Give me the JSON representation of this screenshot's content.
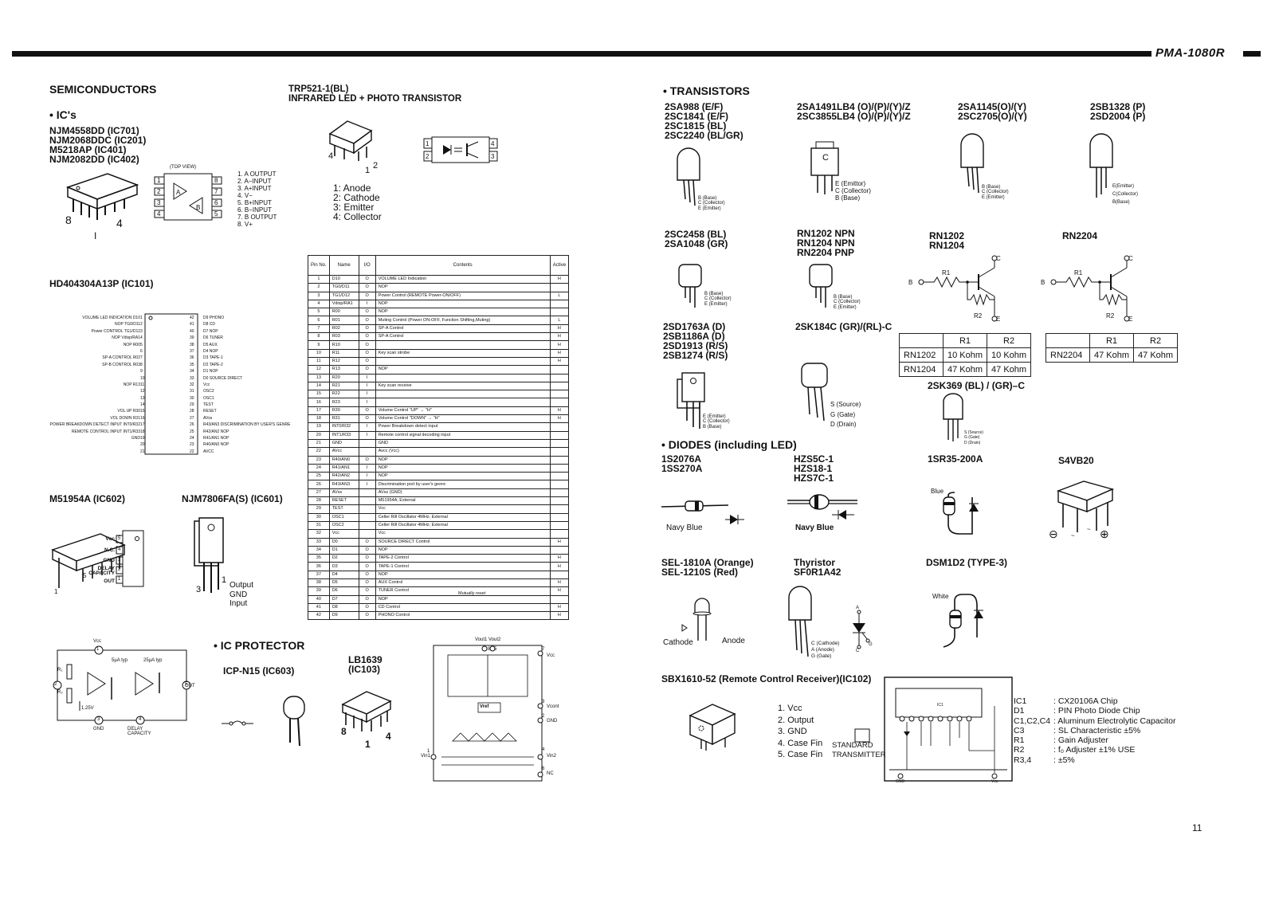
{
  "header": {
    "model": "PMA-1080R",
    "page_number": "11"
  },
  "left": {
    "title": "SEMICONDUCTORS",
    "ics_title": "• IC's",
    "ic_list": [
      "NJM4558DD (IC701)",
      "NJM2068DDC (IC201)",
      "M5218AP (IC401)",
      "NJM2082DD (IC402)"
    ],
    "top_view": "(TOP VIEW)",
    "dip_pin8": "8",
    "dip_pin4": "4",
    "dip_pin1": "I",
    "opamp_pins": [
      "1. A OUTPUT",
      "2. A−INPUT",
      "3. A+INPUT",
      "4. V−",
      "5. B+INPUT",
      "6. B−INPUT",
      "7. B OUTPUT",
      "8. V+"
    ],
    "opamp_left_nums": [
      "1",
      "2",
      "3",
      "4"
    ],
    "opamp_right_nums": [
      "8",
      "7",
      "6",
      "5"
    ],
    "opamp_a": "A",
    "opamp_b": "B",
    "trp_title1": "TRP521-1(BL)",
    "trp_title2": "INFRARED LED + PHOTO TRANSISTOR",
    "trp_nums": [
      "4",
      "1",
      "2"
    ],
    "trp_box_nums": [
      "1",
      "2",
      "4",
      "3"
    ],
    "trp_pins": [
      "1: Anode",
      "2: Cathode",
      "3: Emitter",
      "4: Collector"
    ],
    "hd_title": "HD404304A13P (IC101)",
    "hd_left": [
      "VOLUME LED INDICATION  D10",
      "NOP  TG0/D11",
      "Power CONTROL  TG1/D12",
      "NOP  Vdisp/RA1",
      "NOP  R00",
      "",
      "SP-A CONTROL  R02",
      "SP-B CONTROL  R03",
      "",
      "",
      "NOP  R13",
      "",
      "",
      "",
      "VOL UP  R30",
      "VOL DOWN  R31",
      "POWER BREAKDOWN DETECT INPUT  INT0/R32",
      "REMOTE CONTROL INPUT  INT1/R33",
      "GND"
    ],
    "hd_right": [
      "D9  PHONO",
      "D8  CD",
      "D7  NOP",
      "D6  TUNER",
      "D5  AUX",
      "D4  NOP",
      "D3  TAPE-1",
      "D2  TAPE-2",
      "D1  NOP",
      "D0  SOURCE DIRECT",
      "Vcc",
      "OSC2",
      "OSC1",
      "TEST",
      "RESET",
      "AVss",
      "R43/AN3  DISCRIMINATION BY USER'S GENRE",
      "R42/AN2  NOP",
      "R41/AN1  NOP",
      "R40/AN0  NOP",
      "AVCC"
    ],
    "hd_left_nums": [
      "1",
      "2",
      "3",
      "4",
      "5",
      "6",
      "7",
      "8",
      "9",
      "10",
      "11",
      "12",
      "13",
      "14",
      "15",
      "16",
      "17",
      "18",
      "19",
      "20",
      "21"
    ],
    "hd_right_nums": [
      "42",
      "41",
      "40",
      "39",
      "38",
      "37",
      "36",
      "35",
      "34",
      "33",
      "32",
      "31",
      "30",
      "29",
      "28",
      "27",
      "26",
      "25",
      "24",
      "23",
      "22"
    ],
    "m519_title": "M51954A (IC602)",
    "m519_pins": [
      "Vcc",
      "N.C.",
      "GND",
      "DELAY CAPACITY",
      "OUT"
    ],
    "m519_nums": [
      "5",
      "4",
      "3",
      "2",
      "1"
    ],
    "m519_dip1": "1",
    "m519_dip5": "5",
    "njm78_title": "NJM7806FA(S) (IC601)",
    "njm78_nums": [
      "1",
      "3"
    ],
    "njm78_pins": [
      "Output",
      "GND",
      "Input"
    ],
    "block_labels": {
      "vcc": "Vcc",
      "r1": "R₁",
      "r2": "R₂",
      "i1": "5µA typ",
      "i2": "25µA typ",
      "v": "1.25V",
      "gnd": "GND",
      "delay": "DELAY CAPACITY",
      "out": "OUT",
      "p1": "1",
      "p2": "2",
      "p3": "3",
      "p4": "4",
      "p5": "5"
    },
    "icprot_title": "• IC PROTECTOR",
    "icp_name": "ICP-N15 (IC603)",
    "lb_title1": "LB1639",
    "lb_title2": "(IC103)",
    "lb_nums": [
      "8",
      "1",
      "4"
    ],
    "lb_block": {
      "vout": "Vout1 Vout2",
      "vcc": "Vcc",
      "vcont": "Vcont",
      "gnd": "GND",
      "vin1": "Vin1",
      "vin2": "Vin2",
      "nc": "NC",
      "vref": "Vref",
      "n7": "7",
      "n3": "3",
      "n2": "2",
      "n4": "4",
      "n6": "6",
      "n5": "5",
      "n8": "8",
      "n1": "1"
    }
  },
  "pin_table": {
    "headers": [
      "Pin No.",
      "Name",
      "I/O",
      "Contents",
      "Active"
    ],
    "rows": [
      [
        "1",
        "D10",
        "O",
        "VOLUME LED Indication",
        "H"
      ],
      [
        "2",
        "TG0/D11",
        "O",
        "NOP",
        ""
      ],
      [
        "3",
        "TG1/D12",
        "O",
        "Power Control (REMOTE Power-ON/OFF)",
        "L"
      ],
      [
        "4",
        "Vdisp/RA1",
        "I",
        "NOP",
        ""
      ],
      [
        "5",
        "R00",
        "O",
        "NOP",
        ""
      ],
      [
        "6",
        "R01",
        "O",
        "Muting Control (Power ON-OFF, Function Shifting,Muting)",
        "L"
      ],
      [
        "7",
        "R02",
        "O",
        "SP-A Control",
        "H"
      ],
      [
        "8",
        "R03",
        "O",
        "SP-A Control",
        "H"
      ],
      [
        "9",
        "R10",
        "O",
        "",
        "H"
      ],
      [
        "10",
        "R11",
        "O",
        "Key scan strobe",
        "H"
      ],
      [
        "11",
        "R12",
        "O",
        "",
        "H"
      ],
      [
        "12",
        "R13",
        "O",
        "NOP",
        ""
      ],
      [
        "13",
        "R20",
        "I",
        "",
        ""
      ],
      [
        "14",
        "R21",
        "I",
        "Key scan receive",
        ""
      ],
      [
        "15",
        "R22",
        "I",
        "",
        ""
      ],
      [
        "16",
        "R23",
        "I",
        "",
        ""
      ],
      [
        "17",
        "R30",
        "O",
        "Volume Control \"UP\" → \"H\"",
        "H"
      ],
      [
        "18",
        "R31",
        "O",
        "Volume Control \"DOWN\" → \"H\"",
        "H"
      ],
      [
        "19",
        "INT0/R32",
        "I",
        "Power Breakdown detect input",
        ""
      ],
      [
        "20",
        "INT1/R33",
        "I",
        "Remote control signal decoding input",
        ""
      ],
      [
        "21",
        "GND",
        "",
        "GND",
        ""
      ],
      [
        "22",
        "AVcc",
        "",
        "Avcc (Vcc)",
        ""
      ],
      [
        "23",
        "R40/AN0",
        "O",
        "NOP",
        ""
      ],
      [
        "24",
        "R41/AN1",
        "I",
        "NOP",
        ""
      ],
      [
        "25",
        "R42/AN2",
        "I",
        "NOP",
        ""
      ],
      [
        "26",
        "R43/AN3",
        "I",
        "Discrimination port by user's genre",
        ""
      ],
      [
        "27",
        "AVss",
        "",
        "AVss (GND)",
        ""
      ],
      [
        "28",
        "RESET",
        "",
        "M51954A; External",
        ""
      ],
      [
        "29",
        "TEST",
        "",
        "Vcc",
        ""
      ],
      [
        "30",
        "OSC1",
        "",
        "Celler Rill Oscillator 4MHz; External",
        ""
      ],
      [
        "31",
        "OSC2",
        "",
        "Celler Rill Oscillator 4MHz; External",
        ""
      ],
      [
        "32",
        "Vcc",
        "",
        "Vcc",
        ""
      ],
      [
        "33",
        "D0",
        "O",
        "SOURCE DIRECT Control",
        "H"
      ],
      [
        "34",
        "D1",
        "O",
        "NOP",
        ""
      ],
      [
        "35",
        "D2",
        "O",
        "TAPE-2 Control",
        "H"
      ],
      [
        "36",
        "D3",
        "O",
        "TAPE-1 Control",
        "H"
      ],
      [
        "37",
        "D4",
        "O",
        "NOP",
        ""
      ],
      [
        "38",
        "D5",
        "O",
        "AUX Control",
        "H"
      ],
      [
        "39",
        "D6",
        "O",
        "TUNER Control",
        "H"
      ],
      [
        "40",
        "D7",
        "O",
        "NOP",
        ""
      ],
      [
        "41",
        "D8",
        "O",
        "CD Control",
        "H"
      ],
      [
        "42",
        "D9",
        "O",
        "PHONO Control",
        "H"
      ]
    ],
    "mutually_reset": "Mutually reset"
  },
  "right": {
    "transistors_title": "• TRANSISTORS",
    "g1": [
      "2SA988 (E/F)",
      "2SC1841 (E/F)",
      "2SC1815 (BL)",
      "2SC2240 (BL/GR)"
    ],
    "g1_pins": [
      "B (Base)",
      "C (Collector)",
      "E (Emitter)"
    ],
    "g2": [
      "2SA1491LB4 (O)/(P)/(Y)/Z",
      "2SC3855LB4 (O)/(P)/(Y)/Z"
    ],
    "g2_pins": [
      "E (Emittor)",
      "C (Collector)",
      "B (Base)"
    ],
    "g2_c": "C",
    "g3": [
      "2SA1145(O)/(Y)",
      "2SC2705(O)/(Y)"
    ],
    "g3_pins": [
      "B (Base)",
      "C (Collector)",
      "E (Emitter)"
    ],
    "g4": [
      "2SB1328 (P)",
      "2SD2004 (P)"
    ],
    "g4_pins": [
      "E(Emitter)",
      "C(Collector)",
      "B(Base)"
    ],
    "g5": [
      "2SC2458 (BL)",
      "2SA1048 (GR)"
    ],
    "g5_pins": [
      "B (Base)",
      "C (Collector)",
      "E (Emitter)"
    ],
    "g6": [
      "RN1202 NPN",
      "RN1204 NPN",
      "RN2204 PNP"
    ],
    "g6_pins": [
      "B (Base)",
      "C (Collector)",
      "E (Emitter)"
    ],
    "g7": [
      "RN1202",
      "RN1204"
    ],
    "g8": [
      "RN2204"
    ],
    "rn_labels": {
      "c": "C",
      "b": "B",
      "e": "E",
      "r1": "R1",
      "r2": "R2"
    },
    "rn_table1": {
      "head": [
        "",
        "R1",
        "R2"
      ],
      "rows": [
        [
          "RN1202",
          "10 Kohm",
          "10 Kohm"
        ],
        [
          "RN1204",
          "47 Kohm",
          "47 Kohm"
        ]
      ]
    },
    "rn_table2": {
      "head": [
        "",
        "R1",
        "R2"
      ],
      "rows": [
        [
          "RN2204",
          "47 Kohm",
          "47 Kohm"
        ]
      ]
    },
    "g9": [
      "2SD1763A (D)",
      "2SB1186A (D)",
      "2SD1913 (R/S)",
      "2SB1274 (R/S)"
    ],
    "g9_pins": [
      "E (Emitter)",
      "C (Collector)",
      "B (Base)"
    ],
    "g10": [
      "2SK184C (GR)/(RL)-C"
    ],
    "g10_pins": [
      "S (Source)",
      "G (Gate)",
      "D (Drain)"
    ],
    "g11": [
      "2SK369 (BL) / (GR)–C"
    ],
    "g11_pins": [
      "S (Source)",
      "G (Gate)",
      "D (Drain)"
    ],
    "diodes_title": "• DIODES (including LED)",
    "d1": [
      "1S2076A",
      "1SS270A"
    ],
    "d1_label": "Navy Blue",
    "d2": [
      "HZS5C-1",
      "HZS18-1",
      "HZS7C-1"
    ],
    "d2_label": "Navy Blue",
    "d3": [
      "1SR35-200A"
    ],
    "d3_label": "Blue",
    "d4": [
      "S4VB20"
    ],
    "d4_signs": [
      "⊖",
      "~",
      "~",
      "⊕"
    ],
    "d5": [
      "SEL-1810A (Orange)",
      "SEL-1210S (Red)"
    ],
    "d5_labels": [
      "Cathode",
      "Anode"
    ],
    "d6": [
      "Thyristor",
      "SF0R1A42"
    ],
    "d6_pins": [
      "C (Cathode)",
      "A (Anode)",
      "G (Gate)"
    ],
    "d6_sym": [
      "A",
      "G",
      "C"
    ],
    "d7": [
      "DSM1D2 (TYPE-3)"
    ],
    "d7_label": "White",
    "sbx_title": "SBX1610-52 (Remote Control Receiver)(IC102)",
    "sbx_pins": [
      "1. Vcc",
      "2. Output",
      "3. GND",
      "4. Case Fin",
      "5. Case Fin"
    ],
    "std_tx": "STANDARD TRANSMITTER",
    "sbx_internal": {
      "ic1": "IC1",
      "gnd": "GND",
      "vcc": "Vcc"
    },
    "legend_keys": [
      "IC1",
      "D1",
      "C1,C2,C4",
      "C3",
      "R1",
      "R2",
      "R3,4"
    ],
    "legend_vals": [
      ": CX20106A Chip",
      ": PIN Photo Diode Chip",
      ": Aluminum Electrolytic Capacitor",
      ": SL Characteristic ±5%",
      ": Gain Adjuster",
      ": f₀ Adjuster ±1% USE",
      ": ±5%"
    ]
  }
}
